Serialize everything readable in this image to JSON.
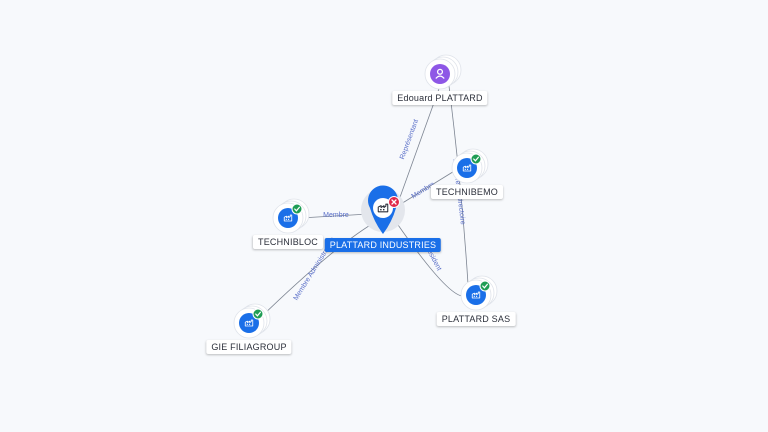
{
  "colors": {
    "company_blue": "#1a6fe8",
    "person_purple": "#8e57e6",
    "verified_green": "#1f9d55",
    "closed_red": "#e0284a",
    "edge_gray": "#7d8592",
    "edge_label": "#5a6fc8"
  },
  "nodes": [
    {
      "id": "main",
      "label": "PLATTARD INDUSTRIES",
      "kind": "company",
      "icon": "factory-icon",
      "status": "closed-badge",
      "main": true
    },
    {
      "id": "edouard",
      "label": "Edouard PLATTARD",
      "kind": "person",
      "icon": "person-icon",
      "status": ""
    },
    {
      "id": "technibemo",
      "label": "TECHNIBEMO",
      "kind": "company",
      "icon": "factory-icon",
      "status": "verified-badge"
    },
    {
      "id": "technibloc",
      "label": "TECHNIBLOC",
      "kind": "company",
      "icon": "factory-icon",
      "status": "verified-badge"
    },
    {
      "id": "plattard_sas",
      "label": "PLATTARD SAS",
      "kind": "company",
      "icon": "factory-icon",
      "status": "verified-badge"
    },
    {
      "id": "gie",
      "label": "GIE FILIAGROUP",
      "kind": "company",
      "icon": "factory-icon",
      "status": "verified-badge"
    }
  ],
  "edges": [
    {
      "id": "e1",
      "from": "edouard",
      "to": "main",
      "label": "Représentant"
    },
    {
      "id": "e2",
      "from": "main",
      "to": "technibloc",
      "label": "Membre"
    },
    {
      "id": "e3",
      "from": "main",
      "to": "technibemo",
      "label": "Membre"
    },
    {
      "id": "e4",
      "from": "edouard",
      "to": "plattard_sas",
      "label": "Membre du directoire"
    },
    {
      "id": "e5",
      "from": "main",
      "to": "plattard_sas",
      "label": "Président"
    },
    {
      "id": "e6",
      "from": "main",
      "to": "gie",
      "label": "Membre Administrateur"
    }
  ]
}
